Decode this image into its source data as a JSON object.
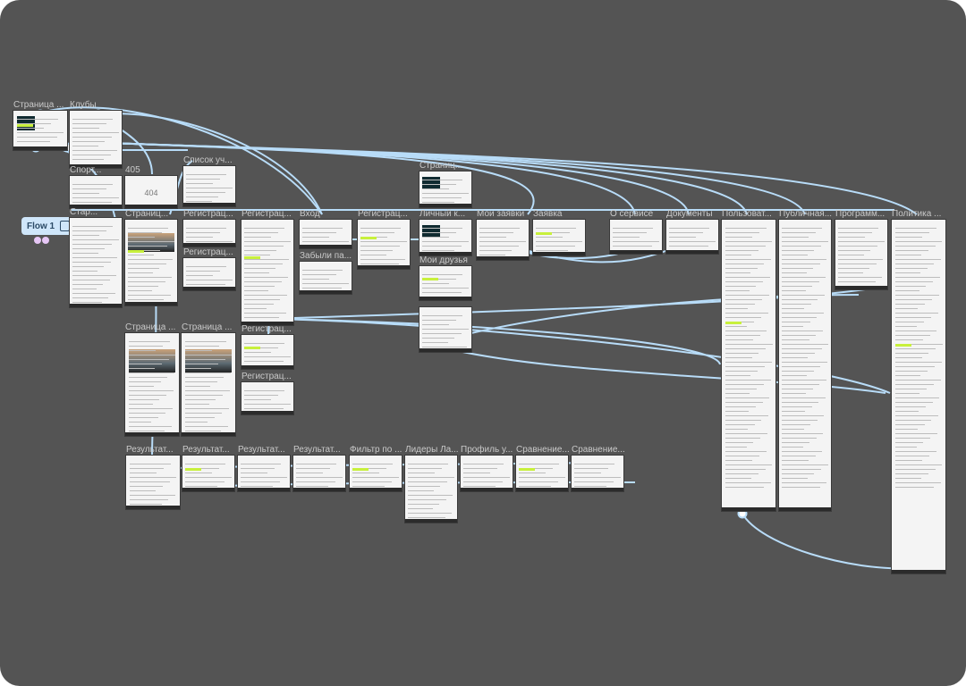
{
  "flow": {
    "label": "Flow 1"
  },
  "frames": [
    {
      "label": "Страница ..."
    },
    {
      "label": "Клубы"
    },
    {
      "label": "Спорт..."
    },
    {
      "label": "405",
      "content": "404"
    },
    {
      "label": "Список уч..."
    },
    {
      "label": "Стар..."
    },
    {
      "label": "Страниц..."
    },
    {
      "label": "Регистрац..."
    },
    {
      "label": "Регистрац..."
    },
    {
      "label": "Регистрац..."
    },
    {
      "label": "Вход"
    },
    {
      "label": "Забыли па..."
    },
    {
      "label": "Регистрац..."
    },
    {
      "label": "Страниц..."
    },
    {
      "label": "Личный к..."
    },
    {
      "label": "Мои друзья"
    },
    {
      "label": ""
    },
    {
      "label": "Мои заявки"
    },
    {
      "label": "Заявка"
    },
    {
      "label": "О сервисе"
    },
    {
      "label": "Документы"
    },
    {
      "label": "Пользоват..."
    },
    {
      "label": "Публичная..."
    },
    {
      "label": "Программ..."
    },
    {
      "label": "Политика ..."
    },
    {
      "label": "Страница ..."
    },
    {
      "label": "Страница ..."
    },
    {
      "label": "Регистрац..."
    },
    {
      "label": "Регистрац..."
    },
    {
      "label": "Результат..."
    },
    {
      "label": "Результат..."
    },
    {
      "label": "Результат..."
    },
    {
      "label": "Результат..."
    },
    {
      "label": "Фильтр по ..."
    },
    {
      "label": "Лидеры Ла..."
    },
    {
      "label": "Профиль у..."
    },
    {
      "label": "Сравнение..."
    },
    {
      "label": "Сравнение..."
    }
  ],
  "colors": {
    "canvas": "#545454",
    "wire": "#b8dcf8",
    "accent": "#c8f03c"
  }
}
